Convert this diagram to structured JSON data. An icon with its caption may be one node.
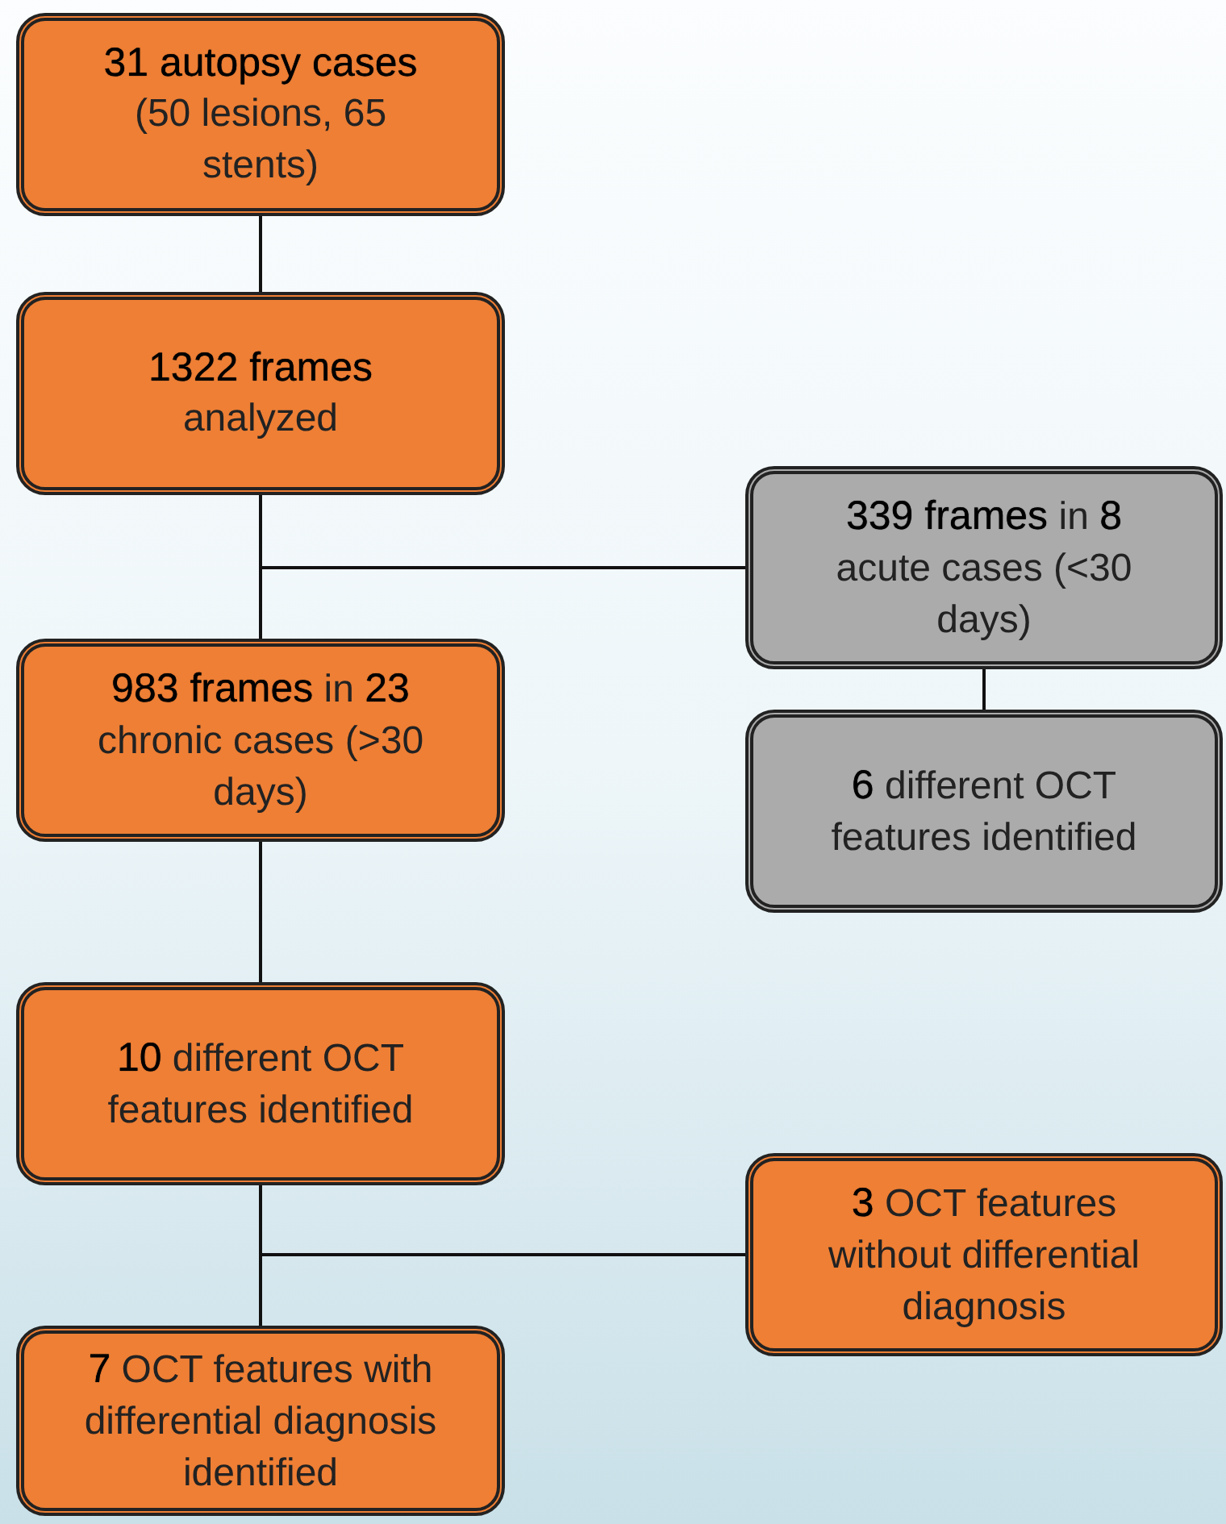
{
  "diagram": {
    "nodes": [
      {
        "text": [
          "31 autopsy cases",
          "(50 lesions, 65 stents)"
        ]
      },
      {
        "text": [
          "1322 frames",
          "analyzed"
        ]
      },
      {
        "text": [
          "**339 frames** in **8** acute cases (<30 days)"
        ]
      },
      {
        "text": [
          "**983 frames** in **23** chronic cases (>30 days)"
        ]
      },
      {
        "text": [
          "**6** different OCT features identified"
        ]
      },
      {
        "text": [
          "**10** different OCT features identified"
        ]
      },
      {
        "text": [
          "**3** OCT features without differential diagnosis"
        ]
      },
      {
        "text": [
          "**7** OCT features with differential diagnosis identified"
        ]
      }
    ],
    "edges": [
      {
        "from": 0,
        "to": 1,
        "arrow": "none"
      },
      {
        "from": 1,
        "to": 3,
        "arrow": "none"
      },
      {
        "from": 1,
        "to": 2,
        "arrow": "none"
      },
      {
        "from": 2,
        "to": 4,
        "arrow": "none"
      },
      {
        "from": 3,
        "to": 5,
        "arrow": "none"
      },
      {
        "from": 5,
        "to": 6,
        "arrow": "none"
      },
      {
        "from": 5,
        "to": 7,
        "arrow": "none"
      }
    ]
  }
}
